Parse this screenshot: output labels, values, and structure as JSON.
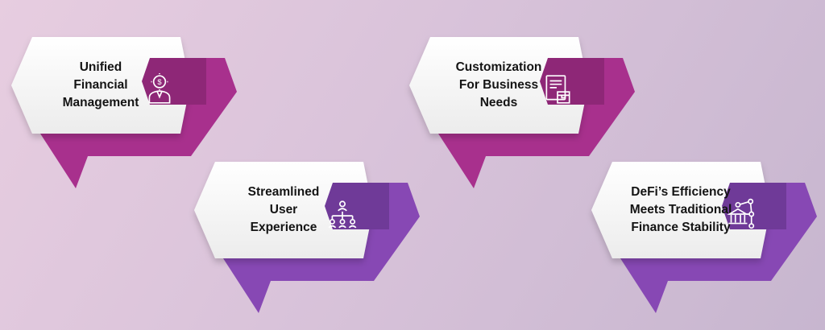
{
  "cards": [
    {
      "label": "Unified\nFinancial\nManagement",
      "icon": "finance-manager-icon",
      "accent": "#a8308d",
      "accent_dark": "#8e2777"
    },
    {
      "label": "Streamlined\nUser\nExperience",
      "icon": "org-chart-icon",
      "accent": "#8748b4",
      "accent_dark": "#6f3a98"
    },
    {
      "label": "Customization\nFor Business\nNeeds",
      "icon": "document-box-icon",
      "accent": "#a8308d",
      "accent_dark": "#8e2777"
    },
    {
      "label": "DeFi’s Efficiency\nMeets Traditional\nFinance Stability",
      "icon": "bank-network-icon",
      "accent": "#8748b4",
      "accent_dark": "#6f3a98"
    }
  ]
}
